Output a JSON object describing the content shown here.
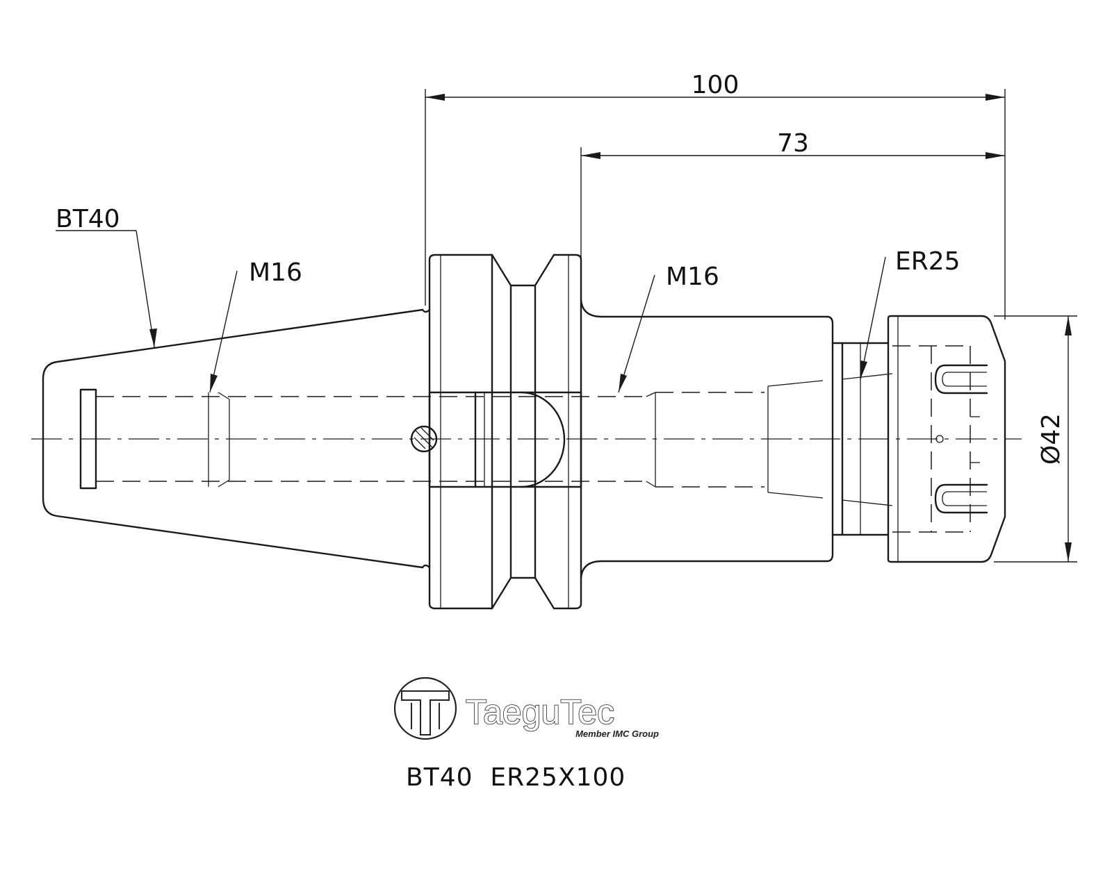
{
  "dimensions": {
    "overall_length": "100",
    "gauge_length": "73",
    "nose_diameter": "Ø42"
  },
  "callouts": {
    "taper": "BT40",
    "retention_thread": "M16",
    "internal_thread": "M16",
    "collet_nut": "ER25"
  },
  "logo": {
    "brand": "TaeguTec",
    "tagline": "Member IMC Group"
  },
  "title": "BT40  ER25X100"
}
